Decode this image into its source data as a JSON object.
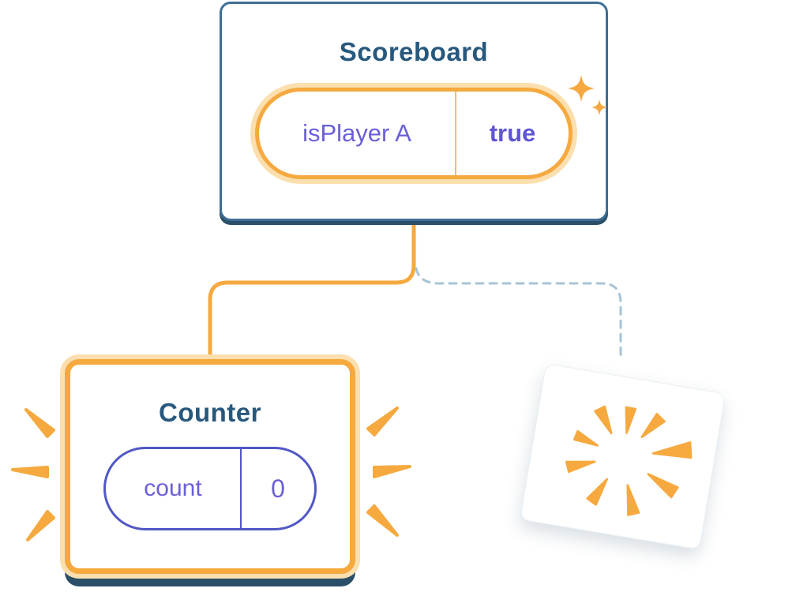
{
  "scoreboard_card": {
    "title": "Scoreboard",
    "state_key": "isPlayer A",
    "state_value": "true"
  },
  "counter_card": {
    "title": "Counter",
    "state_key": "count",
    "state_value": "0"
  },
  "colors": {
    "accent_orange": "#F5A93F",
    "accent_orange_light": "#FBDFAE",
    "card_border_blue": "#3F6F96",
    "card_shadow_navy": "#2B4F68",
    "title_text_blue": "#27587D",
    "state_text_purple": "#6A5FD8",
    "state_value_purple": "#5F55D6",
    "counter_pill_border_purple": "#5157C5",
    "dashed_connector_blue": "#A7C4D6",
    "background": "#FFFFFF"
  }
}
